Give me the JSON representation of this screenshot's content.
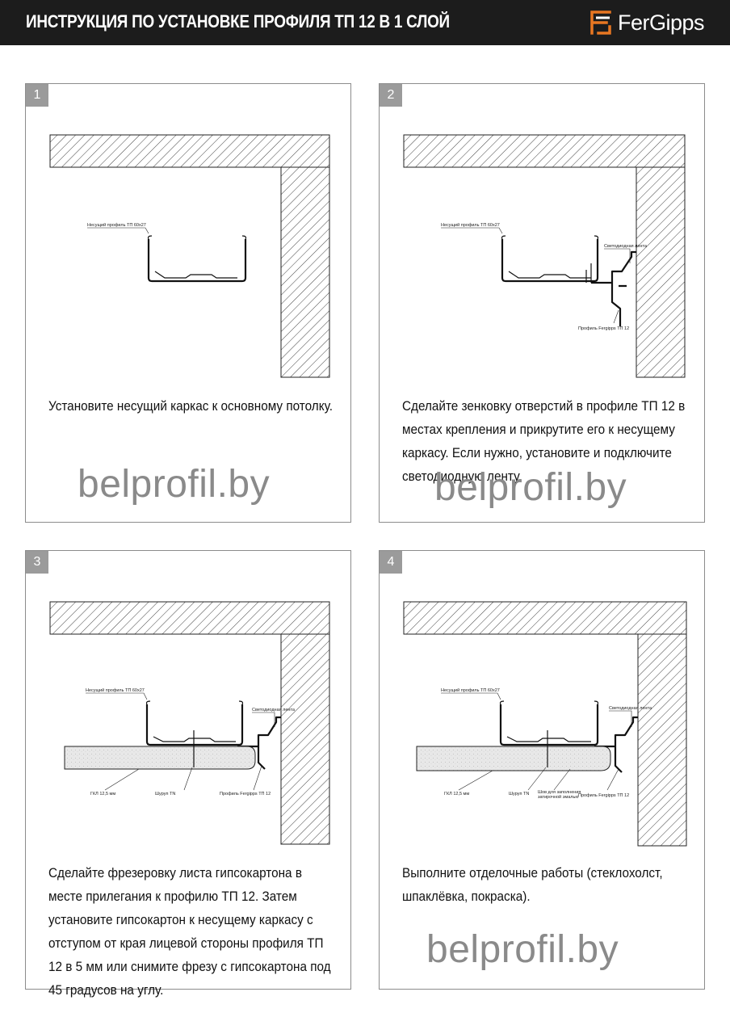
{
  "header": {
    "title": "ИНСТРУКЦИЯ ПО УСТАНОВКЕ ПРОФИЛЯ ТП 12 В 1 СЛОЙ",
    "logo_text": "FerGipps"
  },
  "colors": {
    "header_bg": "#1c1c1c",
    "badge": "#9b9b9b",
    "border": "#8c8c8c",
    "watermark": "#8a8a8a"
  },
  "watermark": "belprofil.by",
  "steps": [
    {
      "number": "1",
      "caption": "Установите несущий каркас к основному потолку.",
      "labels": {
        "carrier": "Несущий профиль ТП 60х27"
      }
    },
    {
      "number": "2",
      "caption": "Сделайте зенковку отверстий в профиле ТП 12 в местах крепления и прикрутите его к несущему каркасу. Если нужно, установите и подключите светодиодную ленту.",
      "labels": {
        "carrier": "Несущий профиль ТП 60х27",
        "led": "Светодиодная лента",
        "profile": "Профиль Fergipps ТП 12"
      }
    },
    {
      "number": "3",
      "caption": "Сделайте фрезеровку листа гипсокартона в месте прилегания к профилю ТП 12. Затем установите гипсокартон к несущему каркасу с отступом от края лицевой стороны профиля ТП 12 в 5 мм или снимите фрезу с гипсокартона под 45 градусов на углу.",
      "labels": {
        "carrier": "Несущий профиль ТП 60х27",
        "led": "Светодиодная лента",
        "gkl": "ГКЛ 12,5 мм",
        "screw": "Шуруп TN",
        "profile": "Профиль Fergipps ТП 12"
      }
    },
    {
      "number": "4",
      "caption": "Выполните отделочные работы (стеклохолст, шпаклёвка, покраска).",
      "labels": {
        "carrier": "Несущий профиль ТП 60х27",
        "led": "Светодиодная лента",
        "gkl": "ГКЛ 12,5 мм",
        "screw": "Шуруп TN",
        "seam": "Шов для заполнения",
        "seam2": "затирочной эмалью",
        "profile": "Профиль Fergipps ТП 12"
      }
    }
  ]
}
